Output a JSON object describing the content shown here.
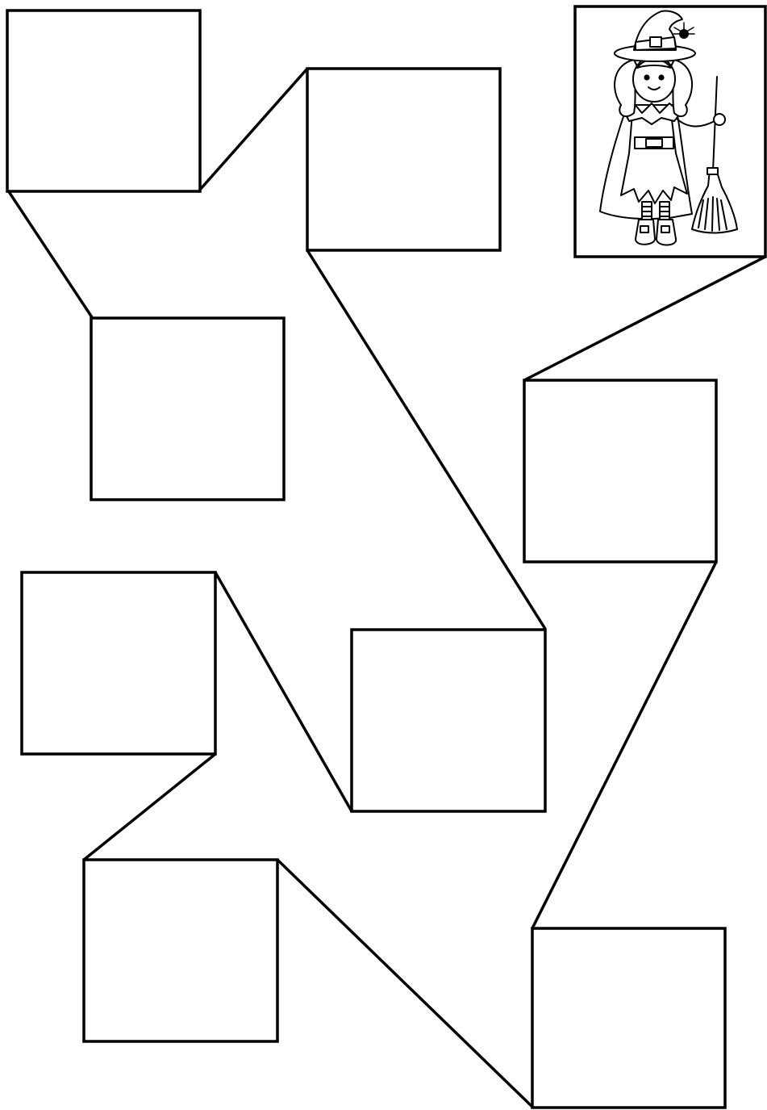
{
  "worksheet": {
    "ink_color": "#000000",
    "paper_color": "#ffffff",
    "boxes": [
      {
        "id": "box-1",
        "content": ""
      },
      {
        "id": "box-2",
        "content": ""
      },
      {
        "id": "box-3",
        "content": ""
      },
      {
        "id": "box-4",
        "content": ""
      },
      {
        "id": "box-5",
        "content": ""
      },
      {
        "id": "box-6",
        "content": ""
      },
      {
        "id": "box-7",
        "content": ""
      },
      {
        "id": "box-8",
        "content": ""
      },
      {
        "id": "box-9",
        "content": ""
      },
      {
        "id": "box-10",
        "content": ""
      }
    ],
    "picture": {
      "icon": "witch-with-broom-icon",
      "description_visible": false
    }
  }
}
